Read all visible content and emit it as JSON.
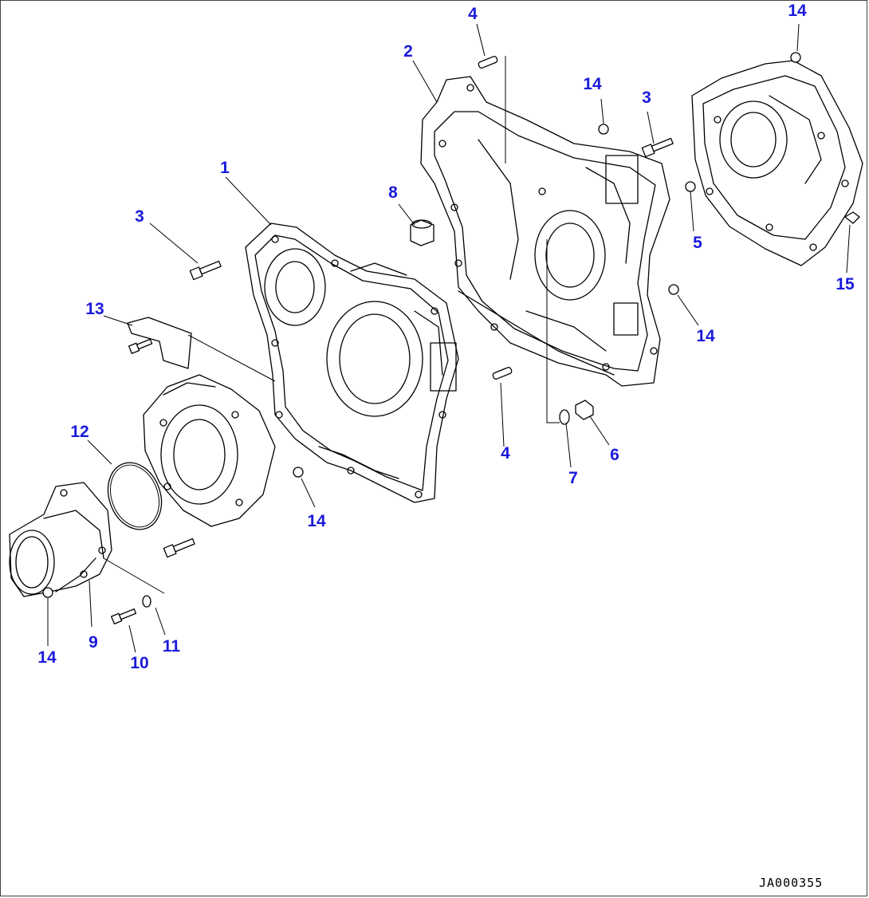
{
  "callout_color": "#1a1adb",
  "callouts": [
    {
      "label": "1"
    },
    {
      "label": "2"
    },
    {
      "label": "3"
    },
    {
      "label": "3"
    },
    {
      "label": "4"
    },
    {
      "label": "4"
    },
    {
      "label": "5"
    },
    {
      "label": "6"
    },
    {
      "label": "7"
    },
    {
      "label": "8"
    },
    {
      "label": "9"
    },
    {
      "label": "10"
    },
    {
      "label": "11"
    },
    {
      "label": "12"
    },
    {
      "label": "13"
    },
    {
      "label": "14"
    },
    {
      "label": "14"
    },
    {
      "label": "14"
    },
    {
      "label": "14"
    },
    {
      "label": "14"
    },
    {
      "label": "15"
    }
  ],
  "drawing_id": "JA000355"
}
